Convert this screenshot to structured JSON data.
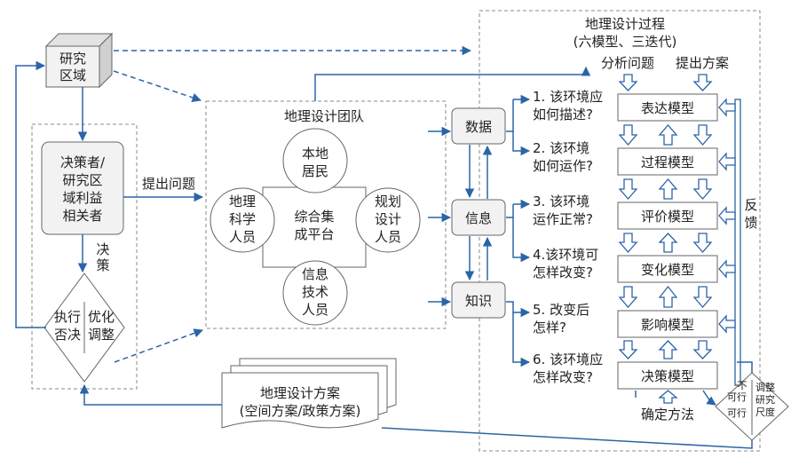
{
  "process": {
    "title": "地理设计过程",
    "subtitle": "(六模型、三迭代)"
  },
  "top_labels": {
    "analyze": "分析问题",
    "propose": "提出方案"
  },
  "study_area": [
    "研究",
    "区域"
  ],
  "stakeholders": [
    "决策者/",
    "研究区",
    "域利益",
    "相关者"
  ],
  "decision_label": [
    "决",
    "策"
  ],
  "decision_diamond": [
    "执行",
    "优化",
    "否决",
    "调整"
  ],
  "propose_problem": "提出问题",
  "team": {
    "title": "地理设计团队",
    "platform": [
      "综合集",
      "成平台"
    ],
    "local": [
      "本地",
      "居民"
    ],
    "geo": [
      "地理",
      "科学",
      "人员"
    ],
    "planner": [
      "规划",
      "设计",
      "人员"
    ],
    "tech": [
      "信息",
      "技术",
      "人员"
    ]
  },
  "data_flow": [
    "数据",
    "信息",
    "知识"
  ],
  "questions": [
    [
      "1. 该环境应",
      "如何描述?"
    ],
    [
      "2. 该环境",
      "如何运作?"
    ],
    [
      "3. 该环境",
      "运作正常?"
    ],
    [
      "4.该环境可",
      "怎样改变?"
    ],
    [
      "5. 改变后",
      "怎样?"
    ],
    [
      "6. 该环境应",
      "怎样改变?"
    ]
  ],
  "models": [
    "表达模型",
    "过程模型",
    "评价模型",
    "变化模型",
    "影响模型",
    "决策模型"
  ],
  "feedback": [
    "反",
    "馈"
  ],
  "method": "确定方法",
  "scale_diamond": {
    "left": [
      "不",
      "可行",
      "可行"
    ],
    "right": [
      "调整",
      "研究",
      "尺度"
    ]
  },
  "plan": [
    "地理设计方案",
    "(空间方案/政策方案)"
  ]
}
